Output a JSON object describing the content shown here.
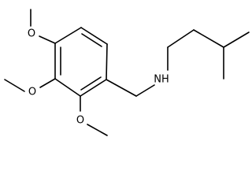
{
  "molecule": {
    "atoms": {
      "oxygen_top": "O",
      "oxygen_middle": "O",
      "oxygen_bottom": "O",
      "amine": "NH"
    },
    "colors": {
      "bond": "#000000",
      "label": "#000000",
      "background": "#ffffff"
    }
  }
}
